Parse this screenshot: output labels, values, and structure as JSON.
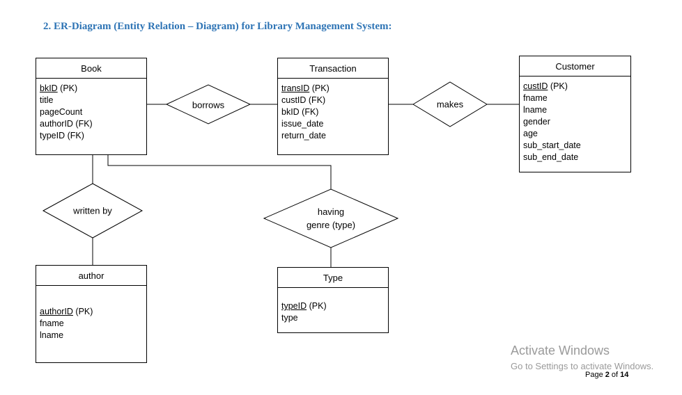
{
  "heading": "2.  ER-Diagram (Entity Relation – Diagram) for Library Management System:",
  "entities": {
    "book": {
      "name": "Book",
      "attrs": [
        {
          "key": "bkID",
          "rest": " (PK)"
        },
        {
          "text": "title"
        },
        {
          "text": "pageCount"
        },
        {
          "text": "authorID  (FK)"
        },
        {
          "text": "typeID  (FK)"
        }
      ]
    },
    "transaction": {
      "name": "Transaction",
      "attrs": [
        {
          "key": "transID",
          "rest": " (PK)"
        },
        {
          "text": "custID (FK)"
        },
        {
          "text": "bkID (FK)"
        },
        {
          "text": "issue_date"
        },
        {
          "text": "return_date"
        }
      ]
    },
    "customer": {
      "name": "Customer",
      "attrs": [
        {
          "key": "custID",
          "rest": " (PK)"
        },
        {
          "text": "fname"
        },
        {
          "text": "lname"
        },
        {
          "text": "gender"
        },
        {
          "text": "age"
        },
        {
          "text": "sub_start_date"
        },
        {
          "text": "sub_end_date"
        }
      ]
    },
    "author": {
      "name": "author",
      "attrs": [
        {
          "key": "authorID",
          "rest": " (PK)"
        },
        {
          "text": "fname"
        },
        {
          "text": "lname"
        }
      ]
    },
    "type": {
      "name": "Type",
      "attrs": [
        {
          "key": "typeID",
          "rest": " (PK)"
        },
        {
          "text": "type"
        }
      ]
    }
  },
  "relationships": {
    "borrows": "borrows",
    "makes": "makes",
    "written_by": "written by",
    "having_line1": "having",
    "having_line2": "genre (type)"
  },
  "watermark": {
    "title": "Activate Windows",
    "subtitle": "Go to Settings to activate Windows."
  },
  "page": {
    "prefix": "Page ",
    "current": "2",
    "of": " of ",
    "total": "14"
  }
}
